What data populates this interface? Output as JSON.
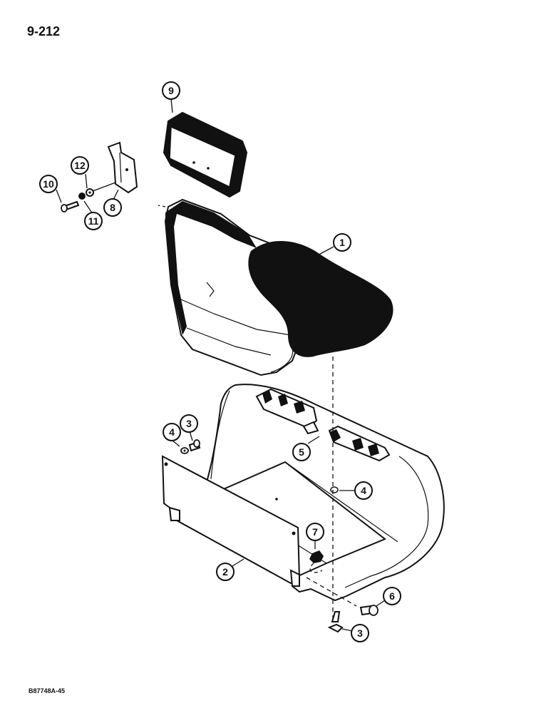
{
  "page": {
    "number": "9-212",
    "footer_code": "B87748A-45"
  },
  "callouts": [
    {
      "id": "c1",
      "label": "1"
    },
    {
      "id": "c2",
      "label": "2"
    },
    {
      "id": "c3a",
      "label": "3"
    },
    {
      "id": "c3b",
      "label": "3"
    },
    {
      "id": "c4a",
      "label": "4"
    },
    {
      "id": "c4b",
      "label": "4"
    },
    {
      "id": "c5",
      "label": "5"
    },
    {
      "id": "c6",
      "label": "6"
    },
    {
      "id": "c7",
      "label": "7"
    },
    {
      "id": "c8",
      "label": "8"
    },
    {
      "id": "c9",
      "label": "9"
    },
    {
      "id": "c10",
      "label": "10"
    },
    {
      "id": "c11",
      "label": "11"
    },
    {
      "id": "c12",
      "label": "12"
    }
  ]
}
